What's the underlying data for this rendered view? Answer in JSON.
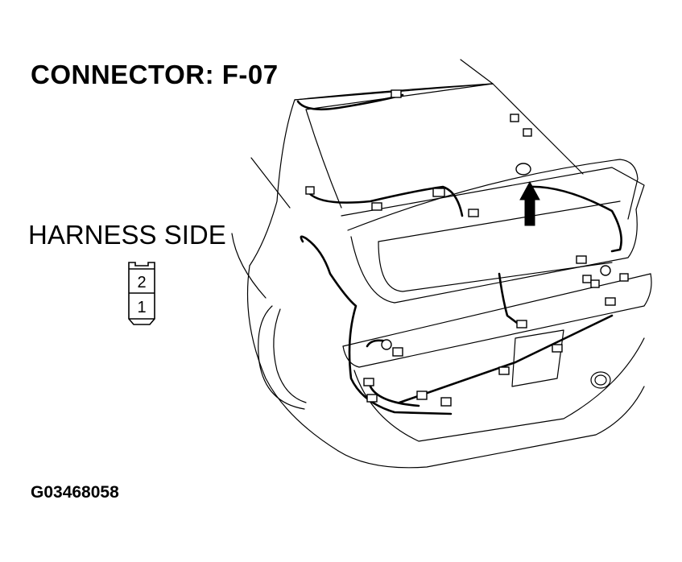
{
  "diagram": {
    "title": "CONNECTOR: F-07",
    "side_label": "HARNESS SIDE",
    "connector_pins": [
      "2",
      "1"
    ],
    "figure_code": "G03468058"
  }
}
